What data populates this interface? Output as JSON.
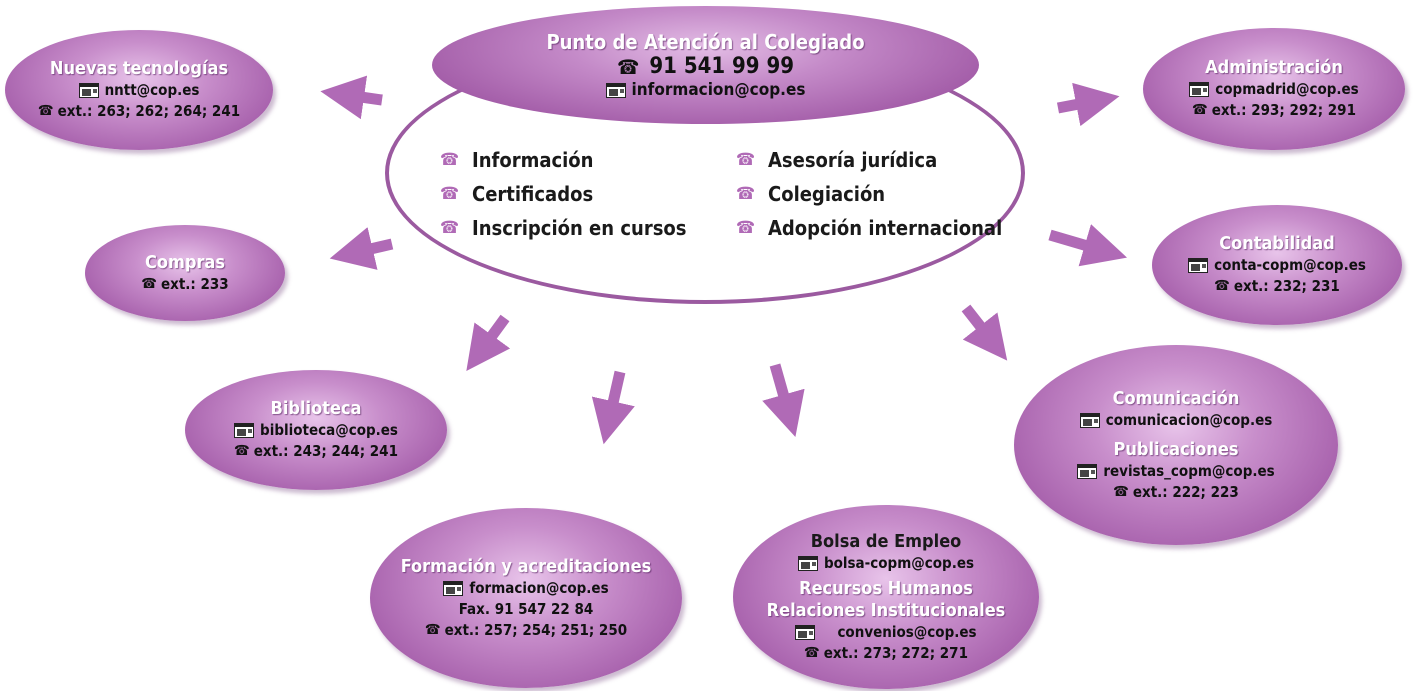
{
  "center": {
    "title": "Punto de Atención al Colegiado",
    "phone": "91 541 99 99",
    "email": "informacion@cop.es",
    "services_left": [
      "Información",
      "Certificados",
      "Inscripción en cursos"
    ],
    "services_right": [
      "Asesoría jurídica",
      "Colegiación",
      "Adopción internacional"
    ]
  },
  "nodes": {
    "nuevas": {
      "title": "Nuevas tecnologías",
      "email": "nntt@cop.es",
      "ext": "ext.: 263; 262; 264; 241"
    },
    "compras": {
      "title": "Compras",
      "ext": "ext.: 233"
    },
    "biblioteca": {
      "title": "Biblioteca",
      "email": "biblioteca@cop.es",
      "ext": "ext.: 243; 244; 241"
    },
    "formacion": {
      "title": "Formación y acreditaciones",
      "email": "formacion@cop.es",
      "fax": "Fax. 91 547 22 84",
      "ext": "ext.: 257; 254; 251; 250"
    },
    "bolsa": {
      "title": "Bolsa de Empleo",
      "email": "bolsa-copm@cop.es",
      "title2": "Recursos Humanos",
      "title3": "Relaciones Institucionales",
      "email2": "convenios@cop.es",
      "ext": "ext.: 273; 272; 271"
    },
    "comunicacion": {
      "title": "Comunicación",
      "email": "comunicacion@cop.es",
      "title2": "Publicaciones",
      "email2": "revistas_copm@cop.es",
      "ext": "ext.: 222; 223"
    },
    "contabilidad": {
      "title": "Contabilidad",
      "email": "conta-copm@cop.es",
      "ext": "ext.: 232; 231"
    },
    "administracion": {
      "title": "Administración",
      "email": "copmadrid@cop.es",
      "ext": "ext.: 293; 292; 291"
    }
  },
  "icons": {
    "phone": "telephone-icon",
    "email": "mail-envelope-icon"
  },
  "colors": {
    "bubble": "#b06ab6",
    "arrow": "#b06ab6",
    "ring": "#9b5aa0"
  }
}
